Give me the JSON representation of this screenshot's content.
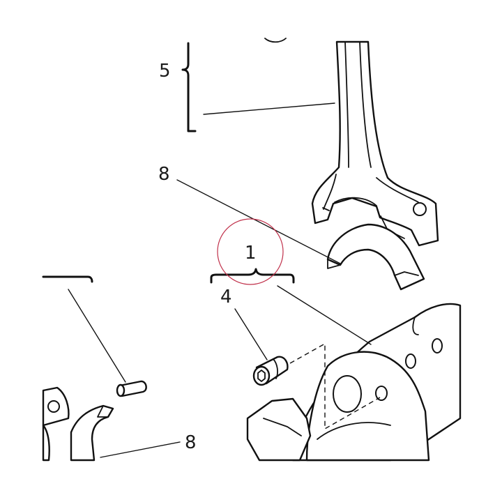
{
  "callouts": {
    "label_5": "5",
    "label_8_top": "8",
    "label_1": "1",
    "label_4": "4",
    "label_8_bottom": "8"
  },
  "highlight": {
    "circle_color": "#c0304a"
  }
}
